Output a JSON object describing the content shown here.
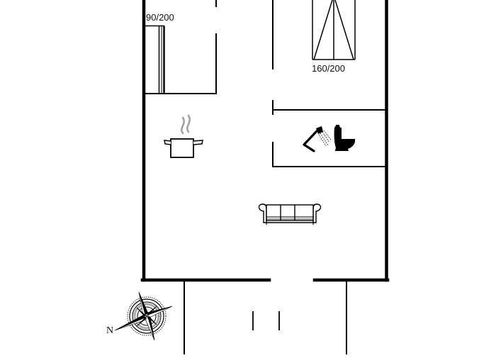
{
  "floorplan": {
    "colors": {
      "wall": "#000000",
      "background": "#ffffff",
      "steam": "#9a9a9a"
    },
    "rooms": [
      {
        "id": "bedroom-1",
        "bed_label": "90/200"
      },
      {
        "id": "bedroom-2",
        "bed_label": "160/200"
      },
      {
        "id": "bathroom",
        "icons": [
          "shower-icon",
          "toilet-icon"
        ]
      },
      {
        "id": "kitchen",
        "icons": [
          "cooking-pot-icon"
        ]
      },
      {
        "id": "living-room",
        "icons": [
          "sofa-icon"
        ]
      },
      {
        "id": "terrace"
      }
    ],
    "compass": {
      "north_label": "N"
    }
  }
}
